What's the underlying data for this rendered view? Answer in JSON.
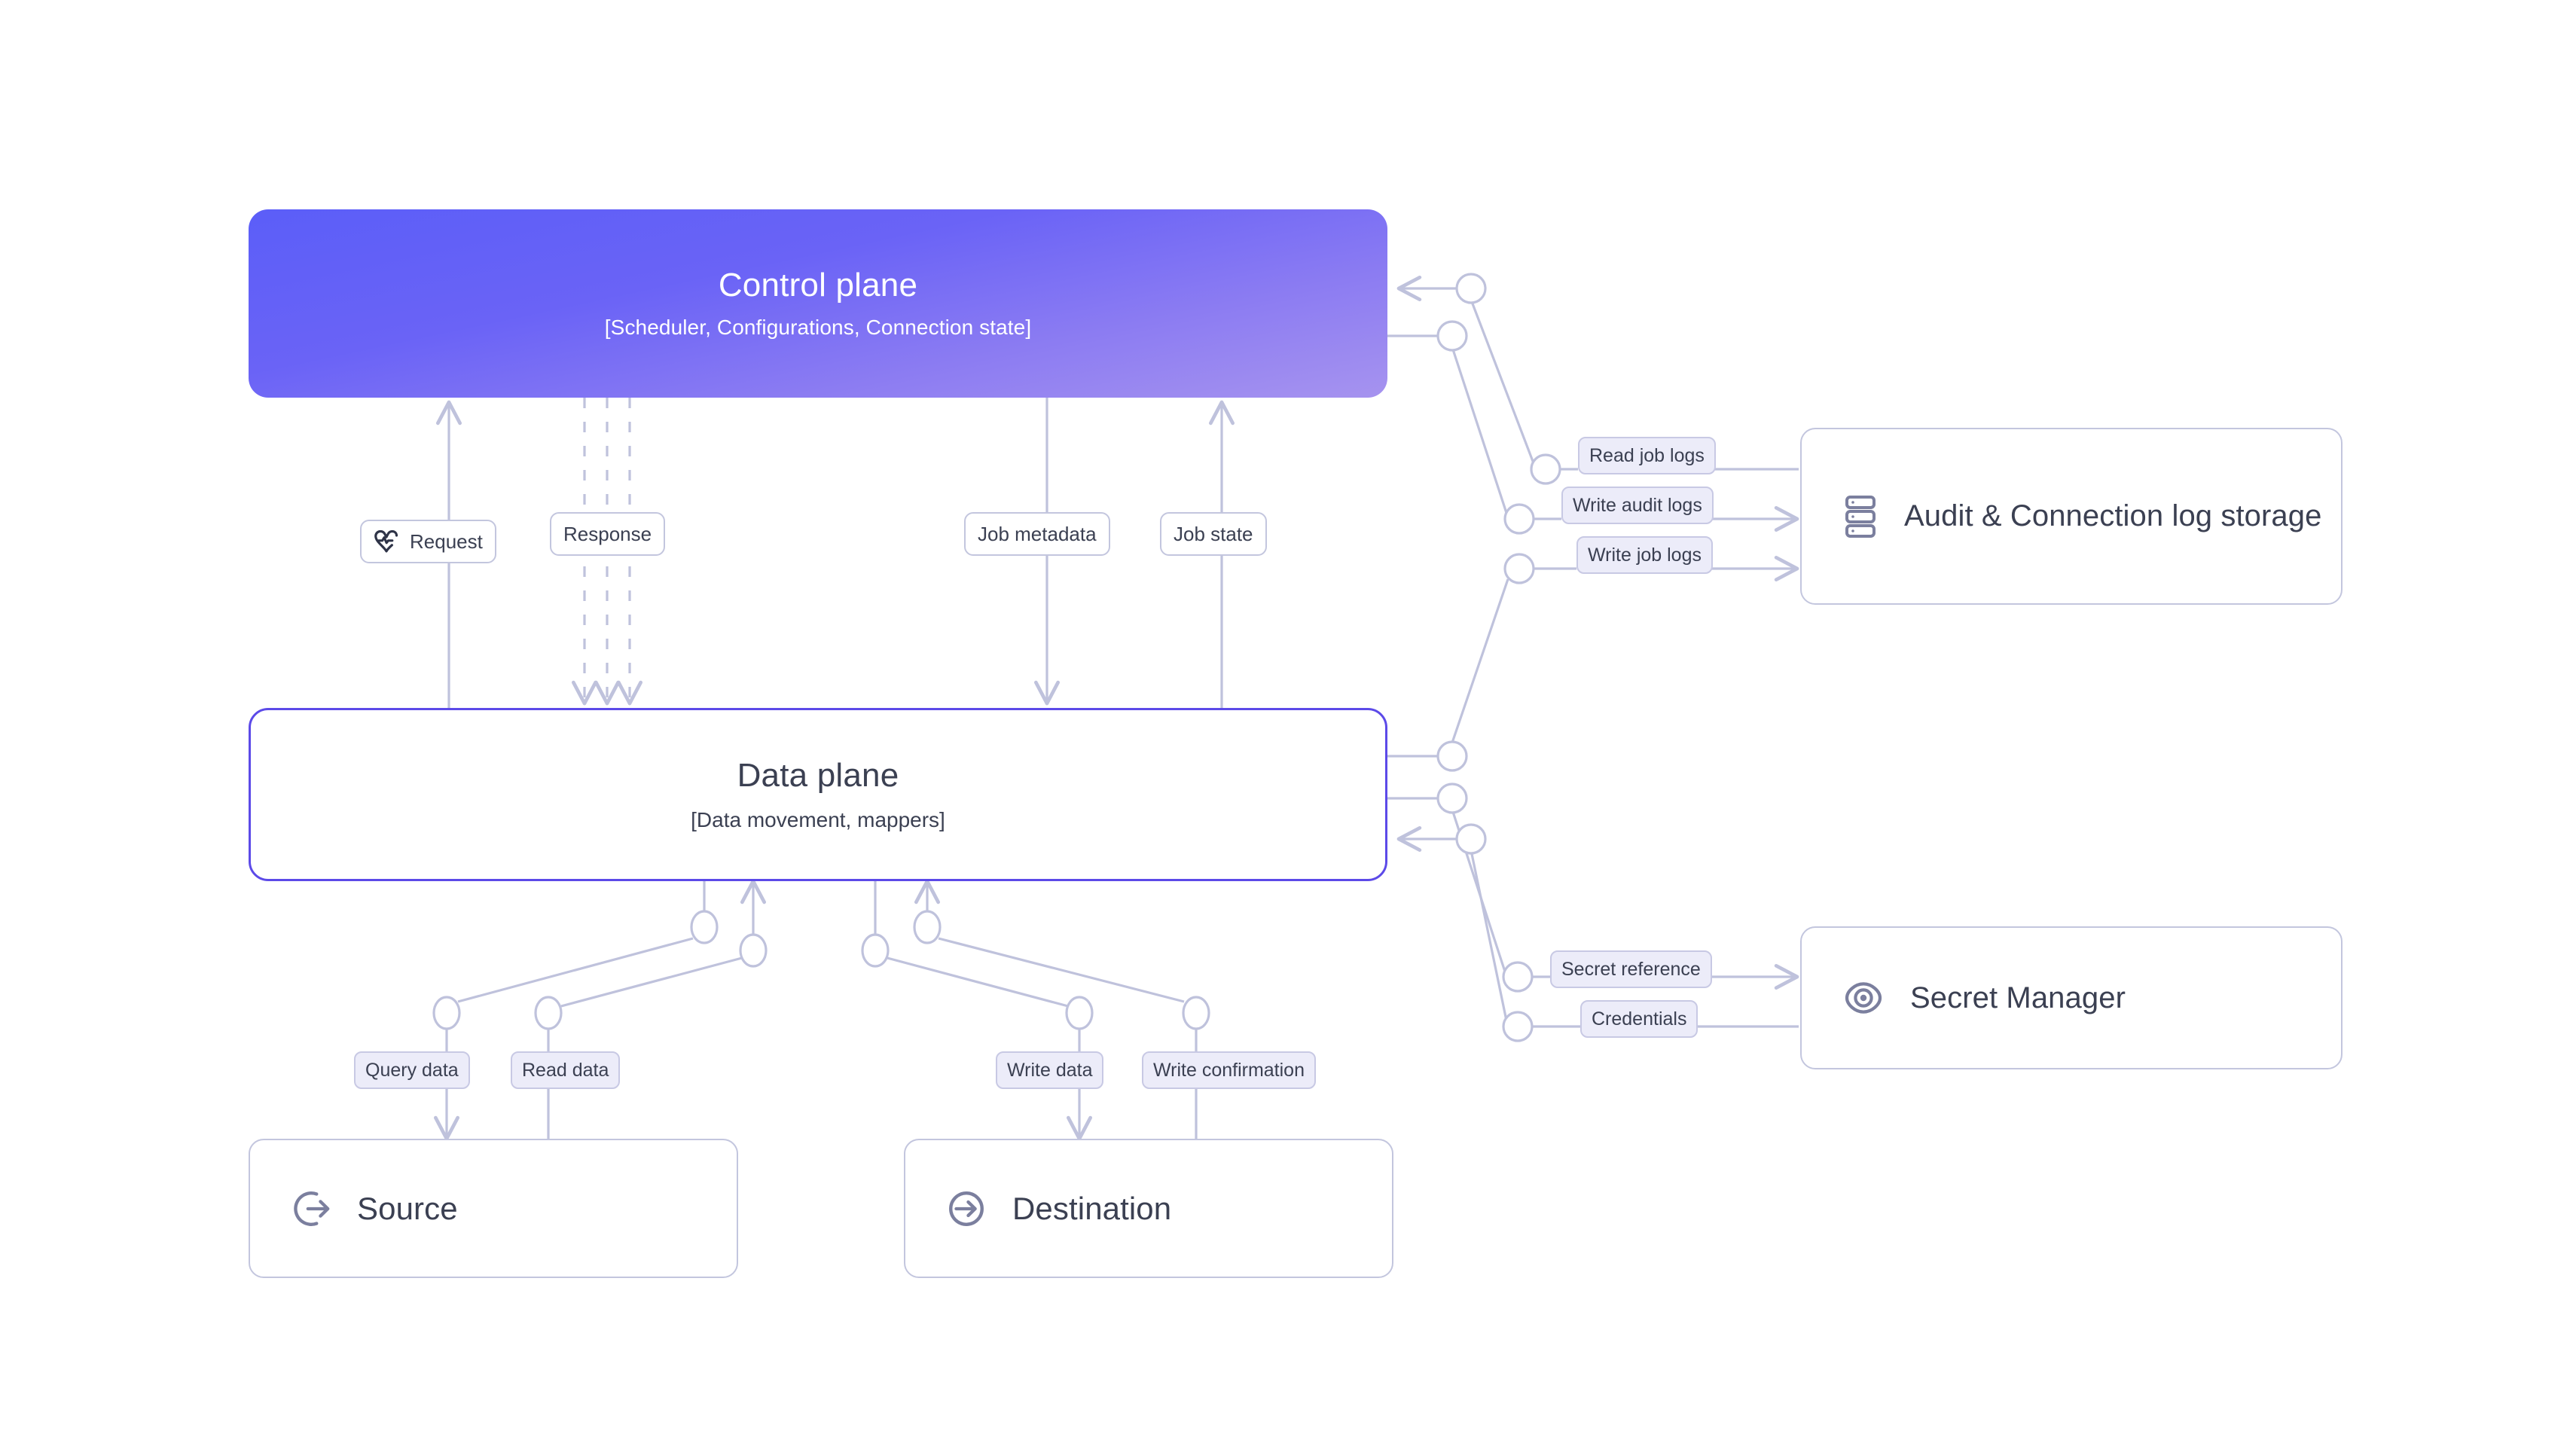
{
  "diagram": {
    "title": "Data pipeline control plane / data plane architecture",
    "colors": {
      "control_plane_gradient_start": "#5b5ef8",
      "control_plane_gradient_end": "#a693ef",
      "data_plane_border": "#5c4ae8",
      "card_border": "#c3c6de",
      "wire": "#bfc2dc",
      "label_fill": "#ececf9",
      "text": "#3b4052",
      "icon": "#7b7f9e",
      "background": "#ffffff"
    }
  },
  "nodes": {
    "control_plane": {
      "title": "Control plane",
      "subtitle": "[Scheduler, Configurations, Connection state]"
    },
    "data_plane": {
      "title": "Data plane",
      "subtitle": "[Data movement, mappers]"
    },
    "audit_storage": {
      "label": "Audit & Connection log storage",
      "icon": "server-stack-icon"
    },
    "secret_manager": {
      "label": "Secret Manager",
      "icon": "eye-icon"
    },
    "source": {
      "label": "Source",
      "icon": "log-out-icon"
    },
    "destination": {
      "label": "Destination",
      "icon": "log-in-icon"
    }
  },
  "edge_labels": {
    "request": {
      "text": "Request",
      "icon": "heart-pulse-icon",
      "style": "outline"
    },
    "response": {
      "text": "Response",
      "style": "outline"
    },
    "job_metadata": {
      "text": "Job metadata",
      "style": "outline"
    },
    "job_state": {
      "text": "Job state",
      "style": "outline"
    },
    "read_job_logs": {
      "text": "Read job logs",
      "style": "filled"
    },
    "write_audit_logs": {
      "text": "Write audit logs",
      "style": "filled"
    },
    "write_job_logs": {
      "text": "Write job logs",
      "style": "filled"
    },
    "secret_reference": {
      "text": "Secret reference",
      "style": "filled"
    },
    "credentials": {
      "text": "Credentials",
      "style": "filled"
    },
    "query_data": {
      "text": "Query data",
      "style": "filled"
    },
    "read_data": {
      "text": "Read data",
      "style": "filled"
    },
    "write_data": {
      "text": "Write data",
      "style": "filled"
    },
    "write_confirmation": {
      "text": "Write confirmation",
      "style": "filled"
    }
  },
  "connections": [
    {
      "from": "data_plane",
      "to": "control_plane",
      "label": "Request",
      "arrow": "up",
      "style": "solid"
    },
    {
      "from": "control_plane",
      "to": "data_plane",
      "label": "Response",
      "arrow": "down",
      "style": "dashed"
    },
    {
      "from": "control_plane",
      "to": "data_plane",
      "label": "Job metadata",
      "arrow": "down",
      "style": "solid"
    },
    {
      "from": "data_plane",
      "to": "control_plane",
      "label": "Job state",
      "arrow": "up",
      "style": "solid"
    },
    {
      "from": "audit_storage",
      "to": "control_plane",
      "label": "Read job logs",
      "arrow": "left",
      "style": "solid"
    },
    {
      "from": "control_plane",
      "to": "audit_storage",
      "label": "Write audit logs",
      "arrow": "right",
      "style": "solid"
    },
    {
      "from": "data_plane",
      "to": "audit_storage",
      "label": "Write job logs",
      "arrow": "right",
      "style": "solid"
    },
    {
      "from": "data_plane",
      "to": "secret_manager",
      "label": "Secret reference",
      "arrow": "right",
      "style": "solid"
    },
    {
      "from": "secret_manager",
      "to": "data_plane",
      "label": "Credentials",
      "arrow": "left",
      "style": "solid"
    },
    {
      "from": "data_plane",
      "to": "source",
      "label": "Query data",
      "arrow": "down",
      "style": "solid"
    },
    {
      "from": "source",
      "to": "data_plane",
      "label": "Read data",
      "arrow": "up",
      "style": "solid"
    },
    {
      "from": "data_plane",
      "to": "destination",
      "label": "Write data",
      "arrow": "down",
      "style": "solid"
    },
    {
      "from": "destination",
      "to": "data_plane",
      "label": "Write confirmation",
      "arrow": "up",
      "style": "solid"
    }
  ]
}
